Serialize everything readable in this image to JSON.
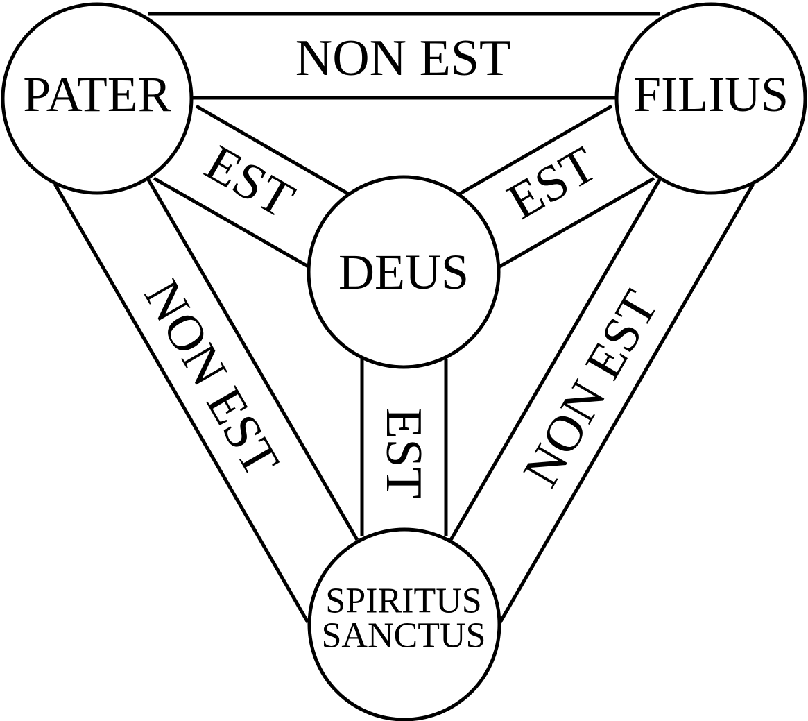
{
  "diagram": {
    "stroke_color": "#000000",
    "fill_color": "#ffffff",
    "nodes": {
      "pater": "PATER",
      "filius": "FILIUS",
      "deus": "DEUS",
      "spiritus_line1": "SPIRITUS",
      "spiritus_line2": "SANCTUS"
    },
    "links": {
      "pater_filius": "NON EST",
      "pater_spiritus": "NON EST",
      "filius_spiritus": "NON EST",
      "pater_deus": "EST",
      "filius_deus": "EST",
      "spiritus_deus": "EST"
    }
  }
}
